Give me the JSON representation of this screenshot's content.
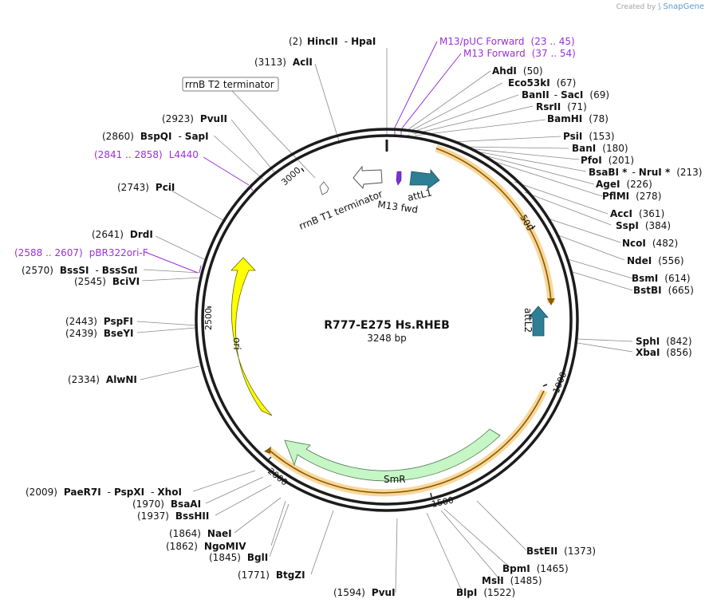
{
  "credit": {
    "created_by": "Created by",
    "brand": "SnapGene"
  },
  "plasmid": {
    "name": "R777-E275 Hs.RHEB",
    "length_label": "3248 bp"
  },
  "tick_labels": [
    "500",
    "1000",
    "1500",
    "2000",
    "2500",
    "3000"
  ],
  "features": {
    "attL1": "attL1",
    "attL2": "attL2",
    "m13_fwd": "M13 fwd",
    "rrnB_T1": "rrnB T1 terminator",
    "rrnB_T2": "rrnB T2 terminator",
    "ori": "ori",
    "smr": "SmR"
  },
  "sites": [
    {
      "pos": "(2)",
      "name": "HincII",
      "sep": "-",
      "name2": "HpaI"
    },
    {
      "pos": "(3113)",
      "name": "AclI"
    },
    {
      "pos": "(2923)",
      "name": "PvuII"
    },
    {
      "pos": "(2860)",
      "name": "BspQI",
      "sep": "-",
      "name2": "SapI"
    },
    {
      "pos": "(2841 .. 2858)",
      "name": "L4440",
      "primer": true
    },
    {
      "pos": "(2743)",
      "name": "PciI"
    },
    {
      "pos": "(2641)",
      "name": "DrdI"
    },
    {
      "pos": "(2588 .. 2607)",
      "name": "pBR322ori-F",
      "primer": true
    },
    {
      "pos": "(2570)",
      "name": "BssSI",
      "sep": "-",
      "name2": "BssSαI"
    },
    {
      "pos": "(2545)",
      "name": "BciVI"
    },
    {
      "pos": "(2443)",
      "name": "PspFI"
    },
    {
      "pos": "(2439)",
      "name": "BseYI"
    },
    {
      "pos": "(2334)",
      "name": "AlwNI"
    },
    {
      "pos": "(2009)",
      "name": "PaeR7I",
      "sep": "-",
      "name2": "PspXI",
      "sep2": "-",
      "name3": "XhoI"
    },
    {
      "pos": "(1970)",
      "name": "BsaAI"
    },
    {
      "pos": "(1937)",
      "name": "BssHII"
    },
    {
      "pos": "(1864)",
      "name": "NaeI"
    },
    {
      "pos": "(1862)",
      "name": "NgoMIV"
    },
    {
      "pos": "(1845)",
      "name": "BglI"
    },
    {
      "pos": "(1771)",
      "name": "BtgZI"
    },
    {
      "pos": "(1594)",
      "name": "PvuI"
    },
    {
      "pos": "(1522)",
      "name": "BlpI"
    },
    {
      "pos": "(1485)",
      "name": "MslI"
    },
    {
      "pos": "(1465)",
      "name": "BpmI"
    },
    {
      "pos": "(1373)",
      "name": "BstEII"
    },
    {
      "pos": "(856)",
      "name": "XbaI"
    },
    {
      "pos": "(842)",
      "name": "SphI"
    },
    {
      "pos": "(665)",
      "name": "BstBI"
    },
    {
      "pos": "(614)",
      "name": "BsmI"
    },
    {
      "pos": "(556)",
      "name": "NdeI"
    },
    {
      "pos": "(482)",
      "name": "NcoI"
    },
    {
      "pos": "(384)",
      "name": "SspI"
    },
    {
      "pos": "(361)",
      "name": "AccI"
    },
    {
      "pos": "(278)",
      "name": "PflMI"
    },
    {
      "pos": "(226)",
      "name": "AgeI"
    },
    {
      "pos": "(213)",
      "name": "BsaBI *",
      "sep": "-",
      "name2": "NruI *"
    },
    {
      "pos": "(201)",
      "name": "PfoI"
    },
    {
      "pos": "(180)",
      "name": "BanI"
    },
    {
      "pos": "(153)",
      "name": "PsiI"
    },
    {
      "pos": "(78)",
      "name": "BamHI"
    },
    {
      "pos": "(71)",
      "name": "RsrII"
    },
    {
      "pos": "(69)",
      "name": "BanII",
      "sep": "-",
      "name2": "SacI"
    },
    {
      "pos": "(67)",
      "name": "Eco53kI"
    },
    {
      "pos": "(50)",
      "name": "AhdI"
    },
    {
      "pos": "(37 .. 54)",
      "name": "M13 Forward",
      "primer": true
    },
    {
      "pos": "(23 .. 45)",
      "name": "M13/pUC Forward",
      "primer": true
    }
  ],
  "colors": {
    "backbone": "#1c1c1c",
    "primer": "#9b30d9",
    "att": "#2e7f96",
    "ori": "#ffff00",
    "smr": "#c6f5c6",
    "highlight": "#f8d79a"
  }
}
